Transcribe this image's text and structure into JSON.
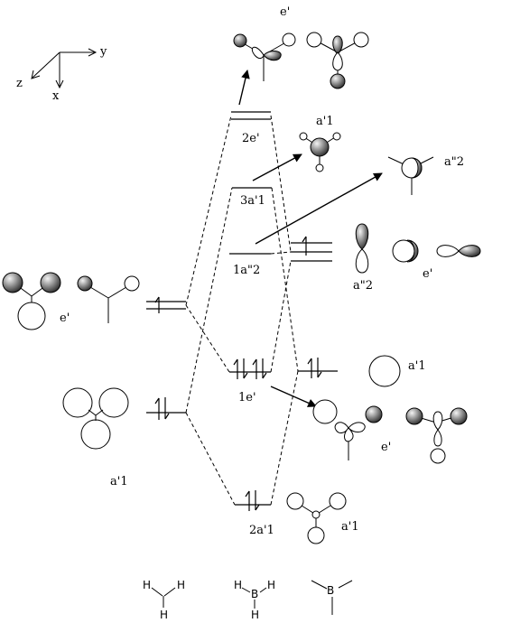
{
  "axes": {
    "y": "y",
    "z": "z",
    "x": "x"
  },
  "labels": {
    "e_prime_top": "e'",
    "level_2e_prime": "2e'",
    "a1_prime_upper": "a'1",
    "level_3a1_prime": "3a'1",
    "a2_double_prime_right": "a\"2",
    "level_1a2_double_prime": "1a\"2",
    "a2_double_prime_orbital": "a\"2",
    "e_prime_right_mid": "e'",
    "e_prime_left": "e'",
    "a1_prime_right": "a'1",
    "level_1e_prime": "1e'",
    "e_prime_lower_right": "e'",
    "a1_prime_left": "a'1",
    "level_2a1_prime": "2a'1",
    "a1_prime_bottom_right": "a'1"
  },
  "molecules": {
    "h3": {
      "atoms": [
        "H",
        "H",
        "H"
      ]
    },
    "bh3": {
      "center": "B",
      "atoms": [
        "H",
        "H",
        "H"
      ]
    },
    "b": {
      "center": "B"
    }
  }
}
